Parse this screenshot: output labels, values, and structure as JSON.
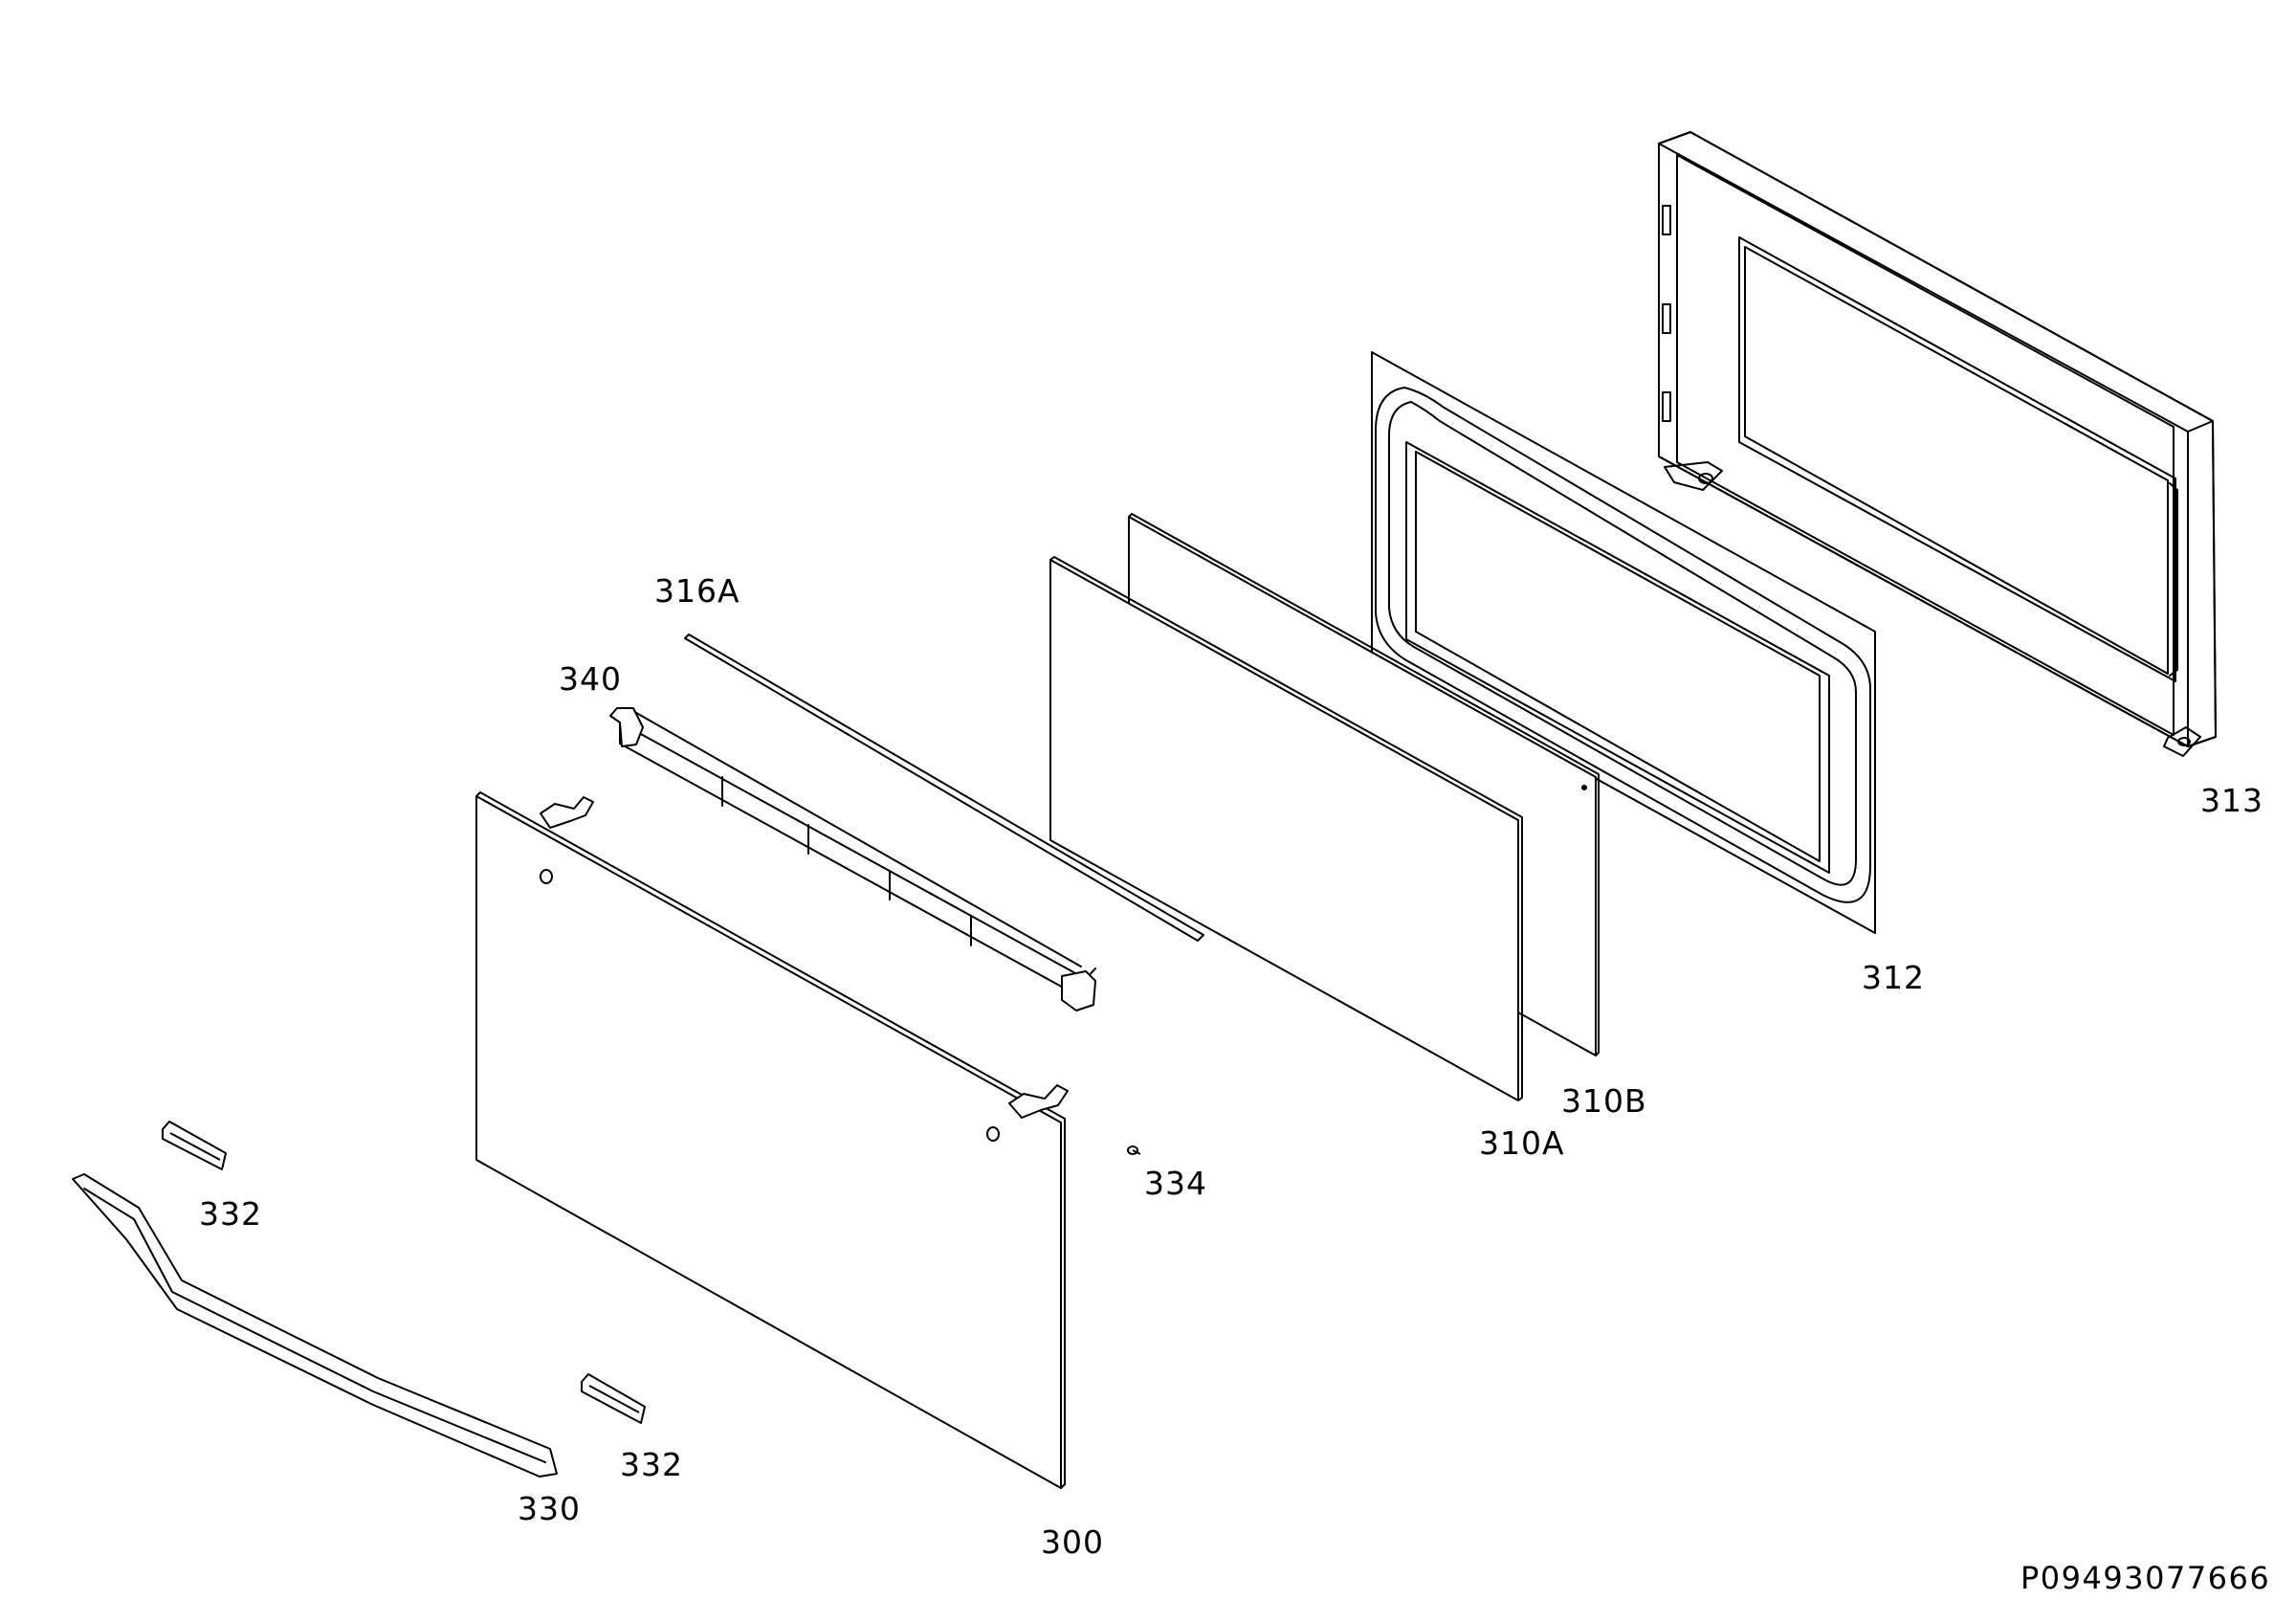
{
  "diagram": {
    "document_number": "P09493077666",
    "parts": [
      {
        "id": "313",
        "label": "313"
      },
      {
        "id": "312",
        "label": "312"
      },
      {
        "id": "310B",
        "label": "310B"
      },
      {
        "id": "310A",
        "label": "310A"
      },
      {
        "id": "316A",
        "label": "316A"
      },
      {
        "id": "340",
        "label": "340"
      },
      {
        "id": "334",
        "label": "334"
      },
      {
        "id": "332_upper",
        "label": "332"
      },
      {
        "id": "332_lower",
        "label": "332"
      },
      {
        "id": "330",
        "label": "330"
      },
      {
        "id": "300",
        "label": "300"
      }
    ]
  }
}
